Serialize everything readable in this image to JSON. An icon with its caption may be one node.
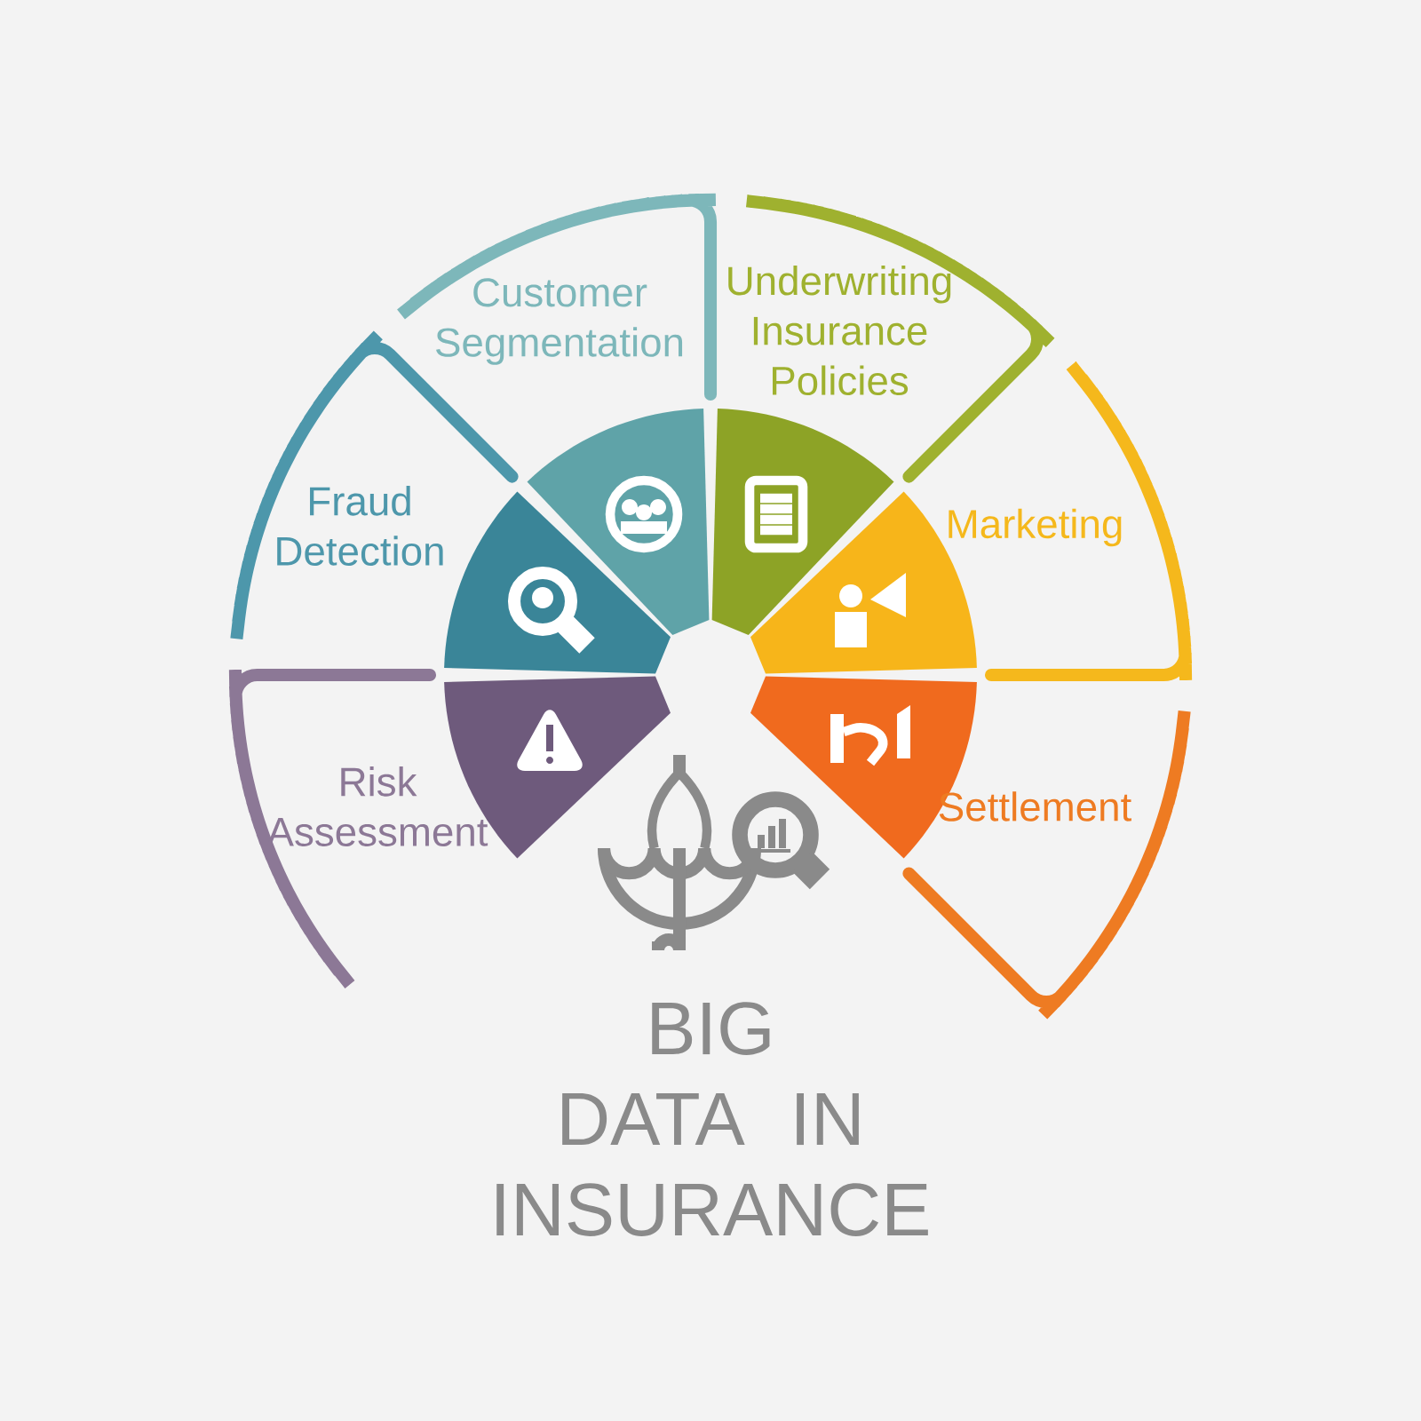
{
  "diagram": {
    "title": "BIG DATA IN INSURANCE",
    "nodes": [
      {
        "text": [
          "Customer Segmentation"
        ]
      },
      {
        "text": [
          "Underwriting Insurance Policies"
        ]
      },
      {
        "text": [
          "Marketing"
        ]
      },
      {
        "text": [
          "Settlement"
        ]
      },
      {
        "text": [
          "Risk Assessment"
        ]
      },
      {
        "text": [
          "Fraud Detection"
        ]
      }
    ]
  }
}
